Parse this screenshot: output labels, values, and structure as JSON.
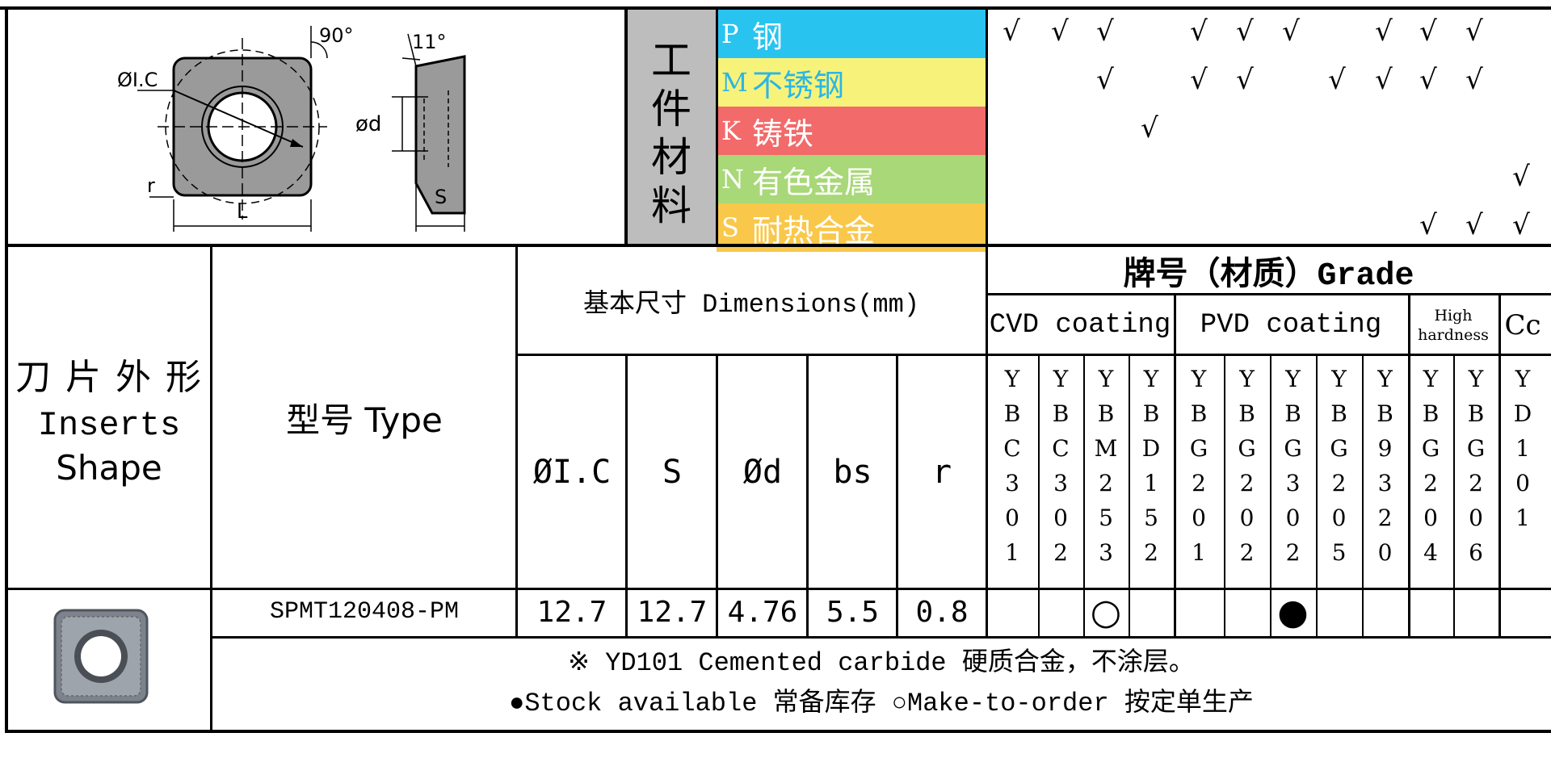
{
  "diagram": {
    "ic_label": "ØI.C",
    "angle90": "90°",
    "angle11": "11°",
    "od_label": "ød",
    "r_label": "r",
    "l_label": "L",
    "s_label": "S"
  },
  "workpiece": {
    "title_chars": [
      "工",
      "件",
      "材",
      "料"
    ],
    "materials": [
      {
        "code": "P",
        "name": "钢",
        "color": "#29c3f0"
      },
      {
        "code": "M",
        "name": "不锈钢",
        "color": "#f7f37a"
      },
      {
        "code": "K",
        "name": "铸铁",
        "color": "#f26a6a"
      },
      {
        "code": "N",
        "name": "有色金属",
        "color": "#a8d878"
      },
      {
        "code": "S",
        "name": "耐热合金",
        "color": "#f9c84a"
      }
    ],
    "check_mark": "√"
  },
  "header": {
    "shape_cn": "刀 片 外 形",
    "shape_en1": "Inserts",
    "shape_en2": "Shape",
    "type_label": "型号 Type",
    "dimensions_label": "基本尺寸 Dimensions(mm)",
    "dim_columns": [
      "ØI.C",
      "S",
      "Ød",
      "bs",
      "r"
    ],
    "grade_title": "牌号（材质）Grade",
    "cvd_label": "CVD coating",
    "pvd_label": "PVD coating",
    "high_label1": "High",
    "high_label2": "hardness",
    "cc_label": "Cc"
  },
  "grades": [
    "YBC301",
    "YBC302",
    "YBM253",
    "YBD152",
    "YBG201",
    "YBG202",
    "YBG302",
    "YBG205",
    "YB9320",
    "YBG204",
    "YBG206",
    "YD101"
  ],
  "row": {
    "type": "SPMT120408-PM",
    "values": [
      "12.7",
      "12.7",
      "4.76",
      "5.5",
      "0.8"
    ],
    "ybm253_mark": "○",
    "ybg302_mark": "●"
  },
  "notes": {
    "line1": "※ YD101 Cemented carbide 硬质合金，不涂层。",
    "line2": "●Stock available 常备库存 ○Make-to-order 按定单生产"
  }
}
